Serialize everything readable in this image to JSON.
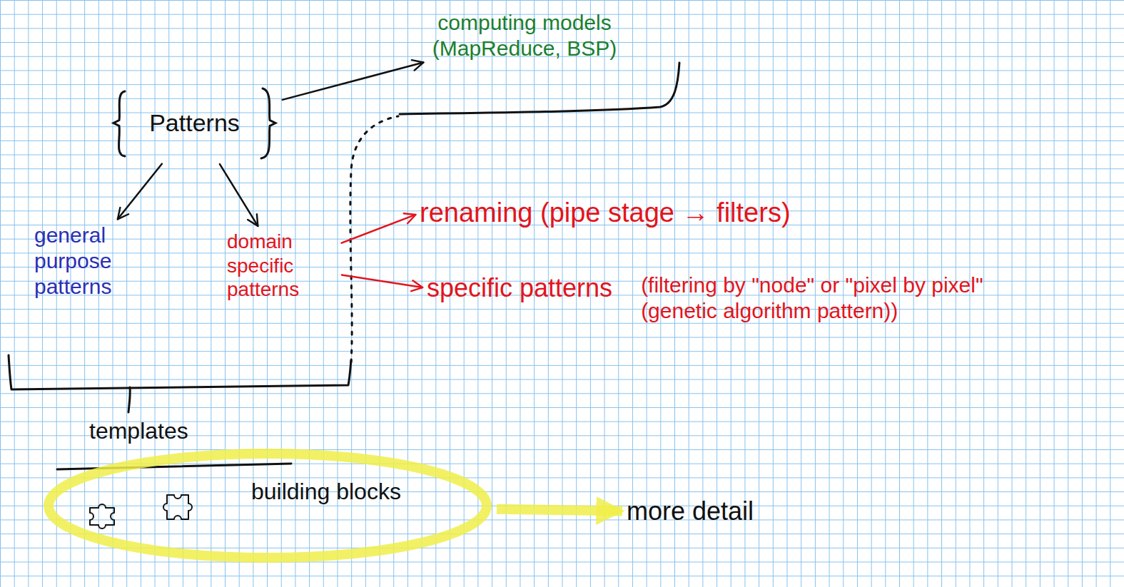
{
  "diagram": {
    "nodes": [
      {
        "text": [
          "Patterns"
        ]
      },
      {
        "text": [
          "computing models (MapReduce, BSP)"
        ]
      },
      {
        "text": [
          "general purpose patterns"
        ]
      },
      {
        "text": [
          "domain specific patterns"
        ]
      },
      {
        "text": [
          "renaming (pipe stage → filters)"
        ]
      },
      {
        "text": [
          "specific patterns",
          "(filtering by \"node\" or \"pixel by pixel\" (genetic algorithm pattern))"
        ]
      },
      {
        "text": [
          "templates"
        ]
      },
      {
        "text": [
          "building blocks"
        ]
      },
      {
        "text": [
          "more detail"
        ]
      }
    ],
    "edges": [
      {
        "from": 0,
        "to": 1,
        "arrow": "to"
      },
      {
        "from": 0,
        "to": 2,
        "arrow": "to"
      },
      {
        "from": 0,
        "to": 3,
        "arrow": "to"
      },
      {
        "from": 3,
        "to": 4,
        "arrow": "to"
      },
      {
        "from": 3,
        "to": 5,
        "arrow": "to"
      },
      {
        "from": 7,
        "to": 8,
        "arrow": "to"
      }
    ]
  }
}
